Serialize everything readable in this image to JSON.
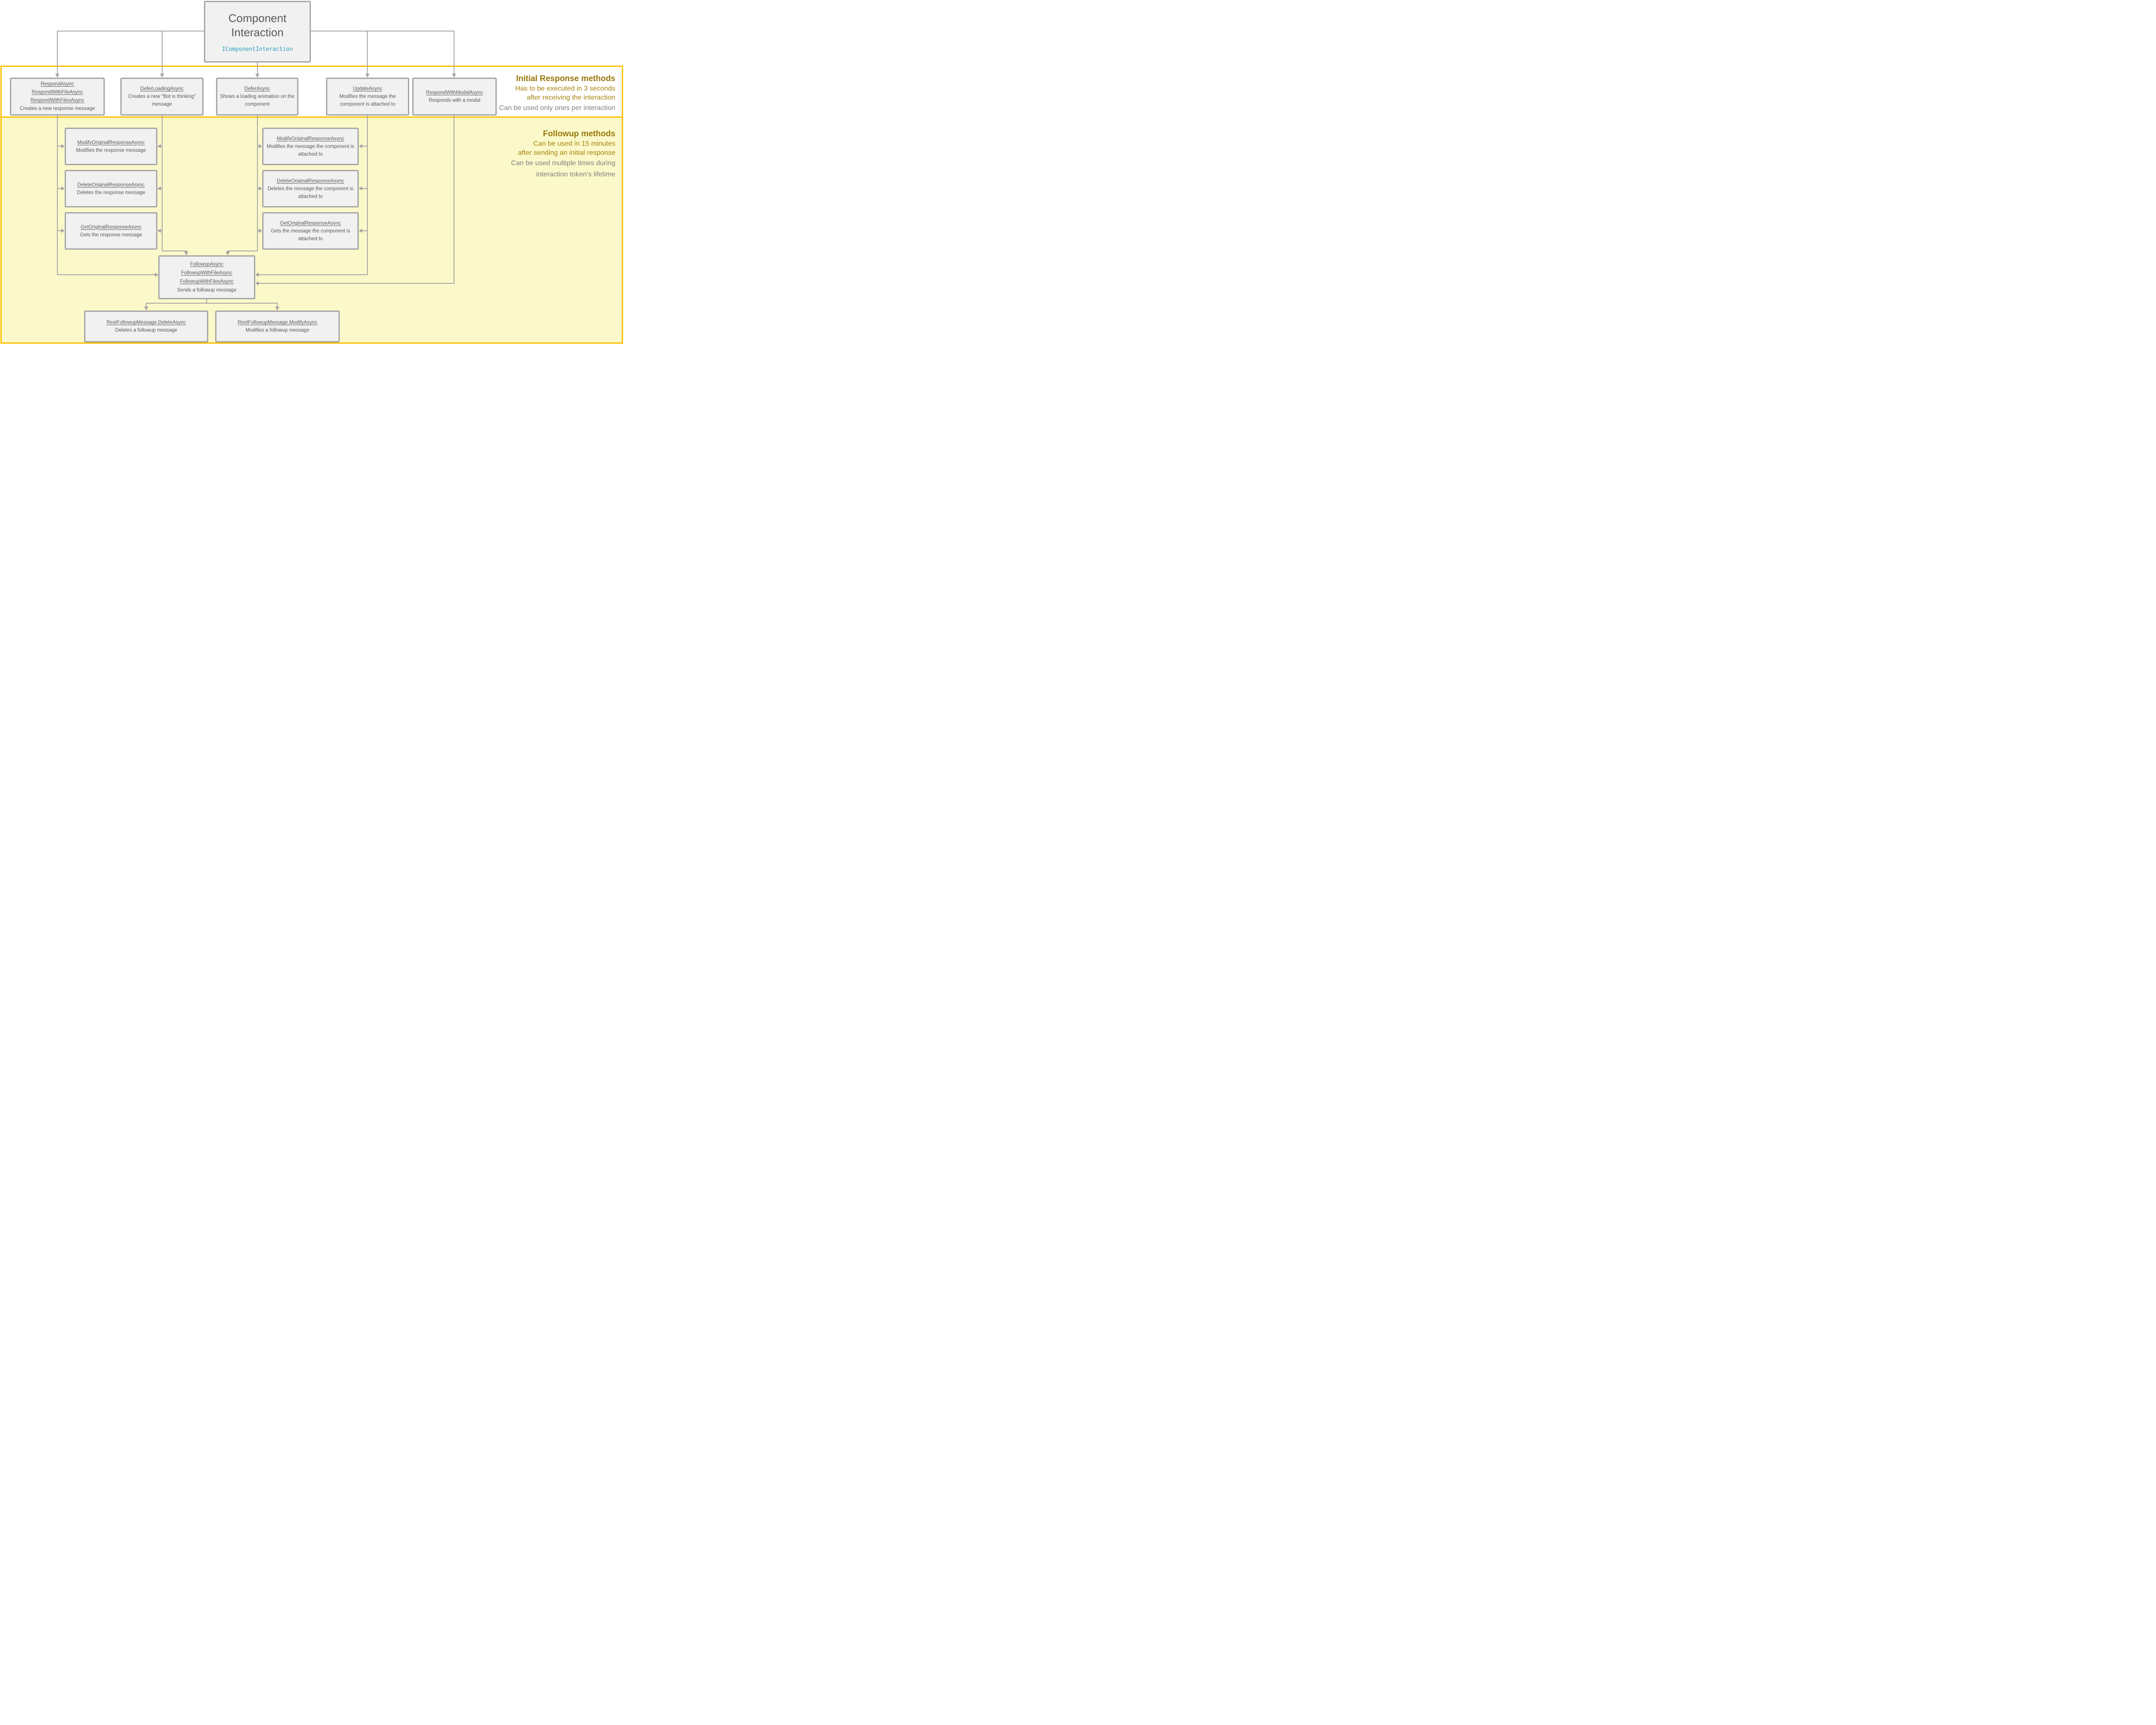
{
  "top_box": {
    "title_line1": "Component",
    "title_line2": "Interaction",
    "interface_name": "IComponentInteraction"
  },
  "initial_section": {
    "heading": "Initial Response methods",
    "note_line1": "Has to be executed in 3 seconds",
    "note_line2": "after receiving the interaction",
    "note_gray": "Can be used only ones per interaction",
    "boxes": [
      {
        "methods": [
          "RespondAsync",
          "RespondWithFileAsync",
          "RespondWithFilesAsync"
        ],
        "desc": "Creates a new response message"
      },
      {
        "methods": [
          "DeferLoadingAsync"
        ],
        "desc": "Creates a new “Bot is thinking” message"
      },
      {
        "methods": [
          "DeferAsync"
        ],
        "desc": "Shows a loading animation on the component"
      },
      {
        "methods": [
          "UpdateAsync"
        ],
        "desc": "Modifies the message the component is attached to"
      },
      {
        "methods": [
          "RespondWithModalAsync"
        ],
        "desc": "Responds with a modal"
      }
    ]
  },
  "followup_section": {
    "heading": "Followup methods",
    "note_line1": "Can be used in 15 minutes",
    "note_line2": "after sending an initial response",
    "note_gray_line1": "Can be used multiple times during",
    "note_gray_line2": "interaction token’s lifetime",
    "left_column": [
      {
        "methods": [
          "ModifyOriginalResponseAsync"
        ],
        "desc": "Modifies the response message"
      },
      {
        "methods": [
          "DeleteOriginalResponseAsync"
        ],
        "desc": "Deletes the response message"
      },
      {
        "methods": [
          "GetOriginalResponseAsync"
        ],
        "desc": "Gets the response message"
      }
    ],
    "middle_column": [
      {
        "methods": [
          "ModifyOriginalResponseAsync"
        ],
        "desc": "Modifies the message the component is attached to"
      },
      {
        "methods": [
          "DeleteOriginalResponseAsync"
        ],
        "desc": "Deletes the message the component is attached to"
      },
      {
        "methods": [
          "GetOriginalResponseAsync"
        ],
        "desc": "Gets the message the component is attached to"
      }
    ],
    "followup_box": {
      "methods": [
        "FollowupAsync",
        "FollowupWithFileAsync",
        "FollowupWithFilesAsync"
      ],
      "desc": "Sends a followup message"
    },
    "bottom_boxes": [
      {
        "methods": [
          "RestFollowupMessage.DeleteAsync"
        ],
        "desc": "Deletes a followup message"
      },
      {
        "methods": [
          "RestFollowupMessage.ModifyAsync"
        ],
        "desc": "Modifies a followup message"
      }
    ]
  },
  "colors": {
    "gold_border": "#FFC000",
    "followup_fill": "#FBF9CA",
    "node_fill": "#F1F1F1",
    "node_border": "#A6A6A6",
    "node_text": "#595959",
    "interface_teal": "#2B9FBA",
    "heading_gold": "#99770B",
    "note_gold": "#A5830F",
    "note_gray": "#7F7F7F",
    "connector": "#A6A6A6"
  }
}
